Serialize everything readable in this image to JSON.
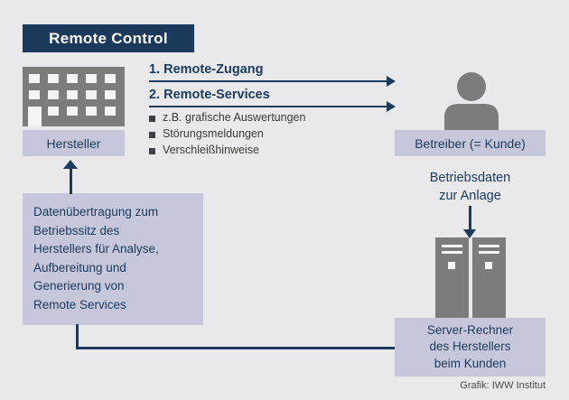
{
  "colors": {
    "navy": "#1b3a5c",
    "lavender": "#c6c7da",
    "icon_gray": "#7c7c7c",
    "background": "#e9e9eb"
  },
  "title": "Remote Control",
  "hersteller_label": "Hersteller",
  "flows": {
    "flow1_label": "1. Remote-Zugang",
    "flow2_label": "2. Remote-Services",
    "bullets": [
      "z.B. grafische Auswertungen",
      "Störungsmeldungen",
      "Verschleißhinweise"
    ]
  },
  "betreiber_label": "Betreiber (= Kunde)",
  "betriebsdaten_lines": [
    "Betriebsdaten",
    "zur Anlage"
  ],
  "datenuebertragung_lines": [
    "Datenübertragung zum",
    "Betriebssitz des",
    "Herstellers für Analyse,",
    "Aufbereitung und",
    "Generierung von",
    "Remote Services"
  ],
  "server_lines": [
    "Server-Rechner",
    "des Herstellers",
    "beim Kunden"
  ],
  "caption": "Grafik: IWW Institut"
}
